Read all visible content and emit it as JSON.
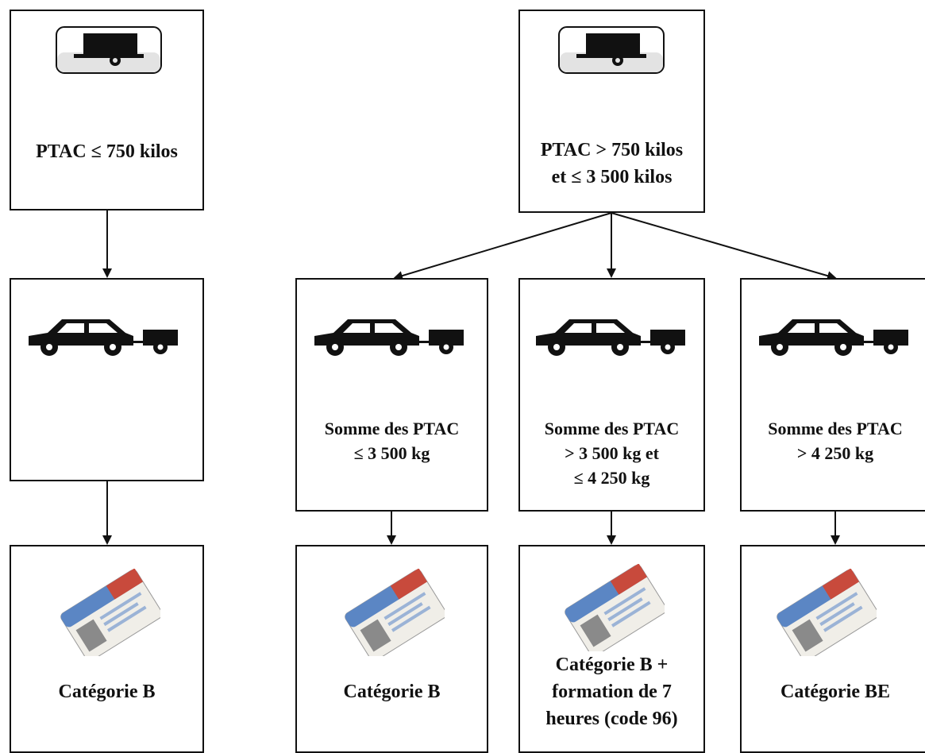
{
  "trailer_a": {
    "condition": "PTAC ≤ 750 kilos"
  },
  "trailer_b": {
    "condition": "PTAC > 750 kilos\net ≤ 3 500 kilos"
  },
  "combos": [
    {
      "condition": ""
    },
    {
      "condition": "Somme des PTAC\n≤ 3 500 kg"
    },
    {
      "condition": "Somme des PTAC\n> 3 500 kg et\n≤ 4 250 kg"
    },
    {
      "condition": "Somme des PTAC\n> 4 250 kg"
    }
  ],
  "licenses": [
    {
      "result": "Catégorie B"
    },
    {
      "result": "Catégorie B"
    },
    {
      "result": "Catégorie B +\nformation de 7\nheures (code 96)"
    },
    {
      "result": "Catégorie BE"
    }
  ],
  "colors": {
    "stroke": "#111111",
    "sign_bg": "#e8e8e8",
    "card_blue": "#5b86c4",
    "card_red": "#c84a3c"
  }
}
